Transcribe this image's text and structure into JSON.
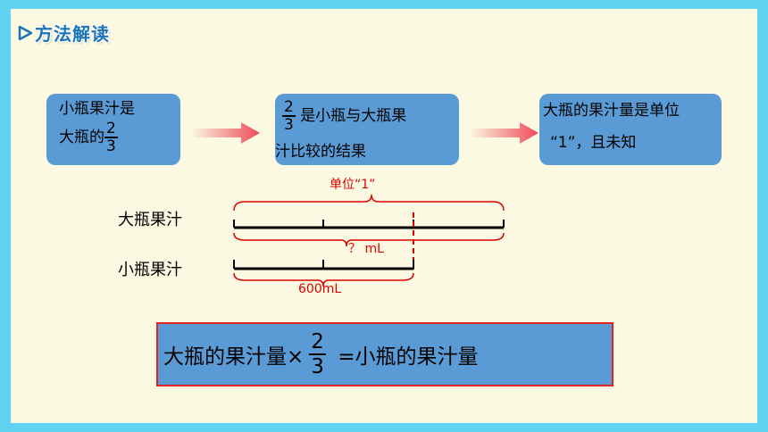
{
  "header": {
    "title": "方法解读",
    "icon": "play-triangle-icon",
    "accent": "#1b74b8"
  },
  "boxes": [
    {
      "line1": "小瓶果汁是",
      "line2": "大瓶的",
      "frac_num": "2",
      "frac_den": "3"
    },
    {
      "frac_num": "2",
      "frac_den": "3",
      "line1": " 是小瓶与大瓶果",
      "line2": "汁比较的结果"
    },
    {
      "line1": "大瓶的果汁量是单位",
      "line2": "“1”，且未知"
    }
  ],
  "diagram": {
    "big_label": "大瓶果汁",
    "small_label": "小瓶果汁",
    "unit_label": "单位“1”",
    "question_label": "？ mL",
    "small_amount": "600mL",
    "big_parts": 3,
    "small_parts": 2
  },
  "formula": {
    "left": "大瓶的果汁量×",
    "frac_num": "2",
    "frac_den": "3",
    "right": " =小瓶的果汁量"
  },
  "colors": {
    "box": "#5b9bd5",
    "border": "#e02424",
    "frame": "#5fd3ef",
    "card": "#fbf9e1",
    "brace": "#e00000"
  }
}
